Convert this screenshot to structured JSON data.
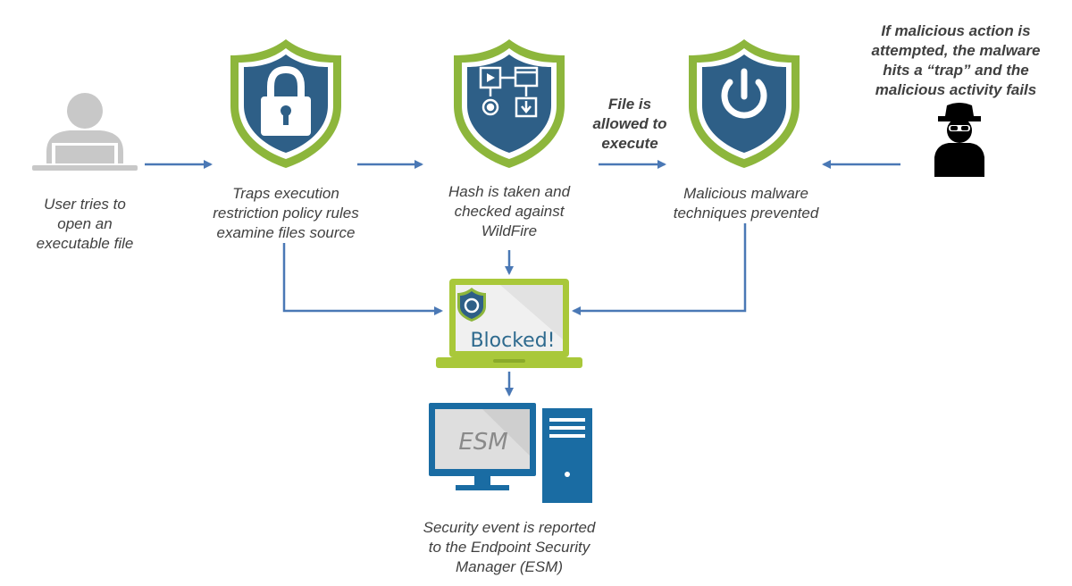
{
  "colors": {
    "shield_outer": "#8DB63C",
    "shield_inner": "#2E5F87",
    "arrow": "#4A78B5",
    "person_gray": "#C8C8C8",
    "esm_blue": "#1A6CA3",
    "laptop_green": "#A9C83A",
    "blocked_text": "#2E6A8E"
  },
  "steps": {
    "user": {
      "icon": "user-laptop-icon",
      "caption_lines": [
        "User tries to",
        "open an",
        "executable file"
      ]
    },
    "traps": {
      "icon": "lock-icon",
      "caption_lines": [
        "Traps execution",
        "restriction policy rules",
        "examine files source"
      ]
    },
    "hash": {
      "icon": "workflow-icon",
      "caption_lines": [
        "Hash is taken and",
        "checked against",
        "WildFire"
      ]
    },
    "allowed": {
      "caption_lines": [
        "File is",
        "allowed to",
        "execute"
      ]
    },
    "malware": {
      "icon": "power-icon",
      "caption_lines": [
        "Malicious malware",
        "techniques prevented"
      ]
    },
    "attacker": {
      "icon": "spy-icon",
      "caption_lines": [
        "If malicious action is",
        "attempted, the malware",
        "hits a “trap” and the",
        "malicious activity fails"
      ]
    }
  },
  "laptop": {
    "icon": "traps-shield-icon",
    "status_text": "Blocked!"
  },
  "esm": {
    "screen_label": "ESM",
    "caption_lines": [
      "Security event is reported",
      "to the Endpoint Security",
      "Manager (ESM)"
    ]
  }
}
